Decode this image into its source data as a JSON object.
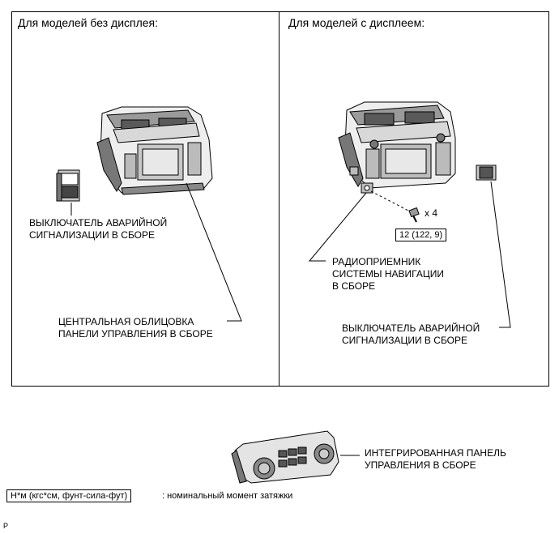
{
  "panels": {
    "left": {
      "title": "Для моделей без дисплея:"
    },
    "right": {
      "title": "Для моделей с дисплеем:"
    }
  },
  "labels": {
    "hazard_switch_left": [
      "ВЫКЛЮЧАТЕЛЬ АВАРИЙНОЙ",
      "СИГНАЛИЗАЦИИ В СБОРЕ"
    ],
    "center_cluster": [
      "ЦЕНТРАЛЬНАЯ ОБЛИЦОВКА",
      "ПАНЕЛИ УПРАВЛЕНИЯ В СБОРЕ"
    ],
    "nav_receiver": [
      "РАДИОПРИЕМНИК",
      "СИСТЕМЫ НАВИГАЦИИ",
      "В СБОРЕ"
    ],
    "hazard_switch_right": [
      "ВЫКЛЮЧАТЕЛЬ АВАРИЙНОЙ",
      "СИГНАЛИЗАЦИИ В СБОРЕ"
    ],
    "integrated_panel": [
      "ИНТЕГРИРОВАННАЯ ПАНЕЛЬ",
      "УПРАВЛЕНИЯ В СБОРЕ"
    ]
  },
  "fastener": {
    "count": "x 4",
    "torque": "12 (122, 9)"
  },
  "legend": {
    "unit_box": "Н*м (кгс*см, фунт-сила-фут)",
    "description": ": номинальный момент затяжки"
  },
  "corner_mark": "P"
}
